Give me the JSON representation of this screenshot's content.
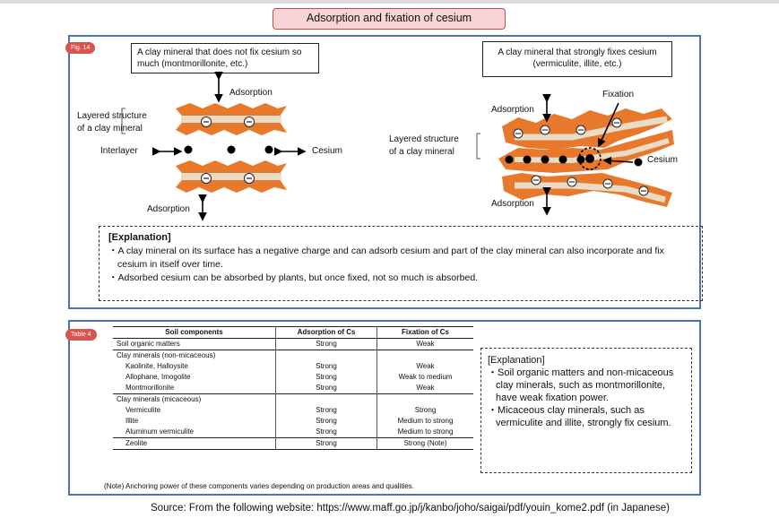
{
  "title": "Adsorption and fixation of cesium",
  "fig": {
    "badge": "Fig. 14",
    "left_box": "A clay mineral that does not fix cesium so much (montmorillonite, etc.)",
    "right_box": "A clay mineral that strongly fixes cesium (vermiculite, illite, etc.)",
    "adsorption": "Adsorption",
    "layered_1": "Layered structure",
    "layered_2": "of a clay mineral",
    "interlayer": "Interlayer",
    "cesium": "Cesium",
    "fixation": "Fixation",
    "charge_symbol": "⊖",
    "explanation_title": "[Explanation]",
    "explanation_1": "・A clay mineral on its surface has a negative charge and can adsorb cesium and part of the clay mineral can also incorporate and fix cesium in itself over time.",
    "explanation_2": "・Adsorbed cesium can be absorbed by plants, but once fixed, not so much is absorbed."
  },
  "table": {
    "badge": "Table 4",
    "headers": [
      "Soil components",
      "Adsorption of Cs",
      "Fixation of Cs"
    ],
    "rows": [
      [
        "Soil organic matters",
        "Strong",
        "Weak"
      ],
      [
        "Clay minerals (non-micaceous)",
        "",
        ""
      ],
      [
        "Kaolinite, Halloysite",
        "Strong",
        "Weak"
      ],
      [
        "Allophane, Imogolite",
        "Strong",
        "Weak to medium"
      ],
      [
        "Montmorillonite",
        "Strong",
        "Weak"
      ],
      [
        "Clay minerals (micaceous)",
        "",
        ""
      ],
      [
        "Vermiculite",
        "Strong",
        "Strong"
      ],
      [
        "Illite",
        "Strong",
        "Medium to strong"
      ],
      [
        "Aluminum vermiculite",
        "Strong",
        "Medium to strong"
      ],
      [
        "Zeolite",
        "Strong",
        "Strong (Note)"
      ]
    ],
    "note": "(Note) Anchoring power of these components varies depending on production areas and qualities.",
    "explanation_title": "[Explanation]",
    "explanation_1": "・Soil organic matters and non-micaceous clay minerals, such as montmorillonite, have weak fixation power.",
    "explanation_2": "・Micaceous clay minerals, such as vermiculite and illite, strongly fix cesium."
  },
  "source": "Source: From the following website: https://www.maff.go.jp/j/kanbo/joho/saigai/pdf/youin_kome2.pdf (in Japanese)",
  "colors": {
    "layer": "#e8792c",
    "core": "#e8dcc6",
    "frame": "#4f73b0",
    "title_bg": "#f9d4d6"
  }
}
